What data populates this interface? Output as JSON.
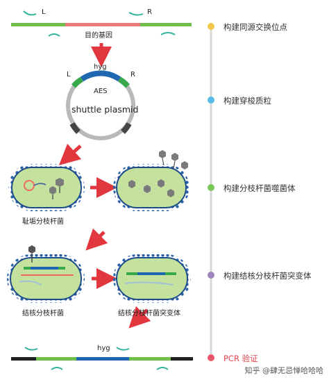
{
  "top_construct": {
    "L": "L",
    "R": "R",
    "gene_label": "目的基因"
  },
  "plasmid": {
    "hyg": "hyg",
    "L": "L",
    "R": "R",
    "aes": "AES",
    "name": "shuttle plasmid"
  },
  "cells": {
    "smegmatis": "耻垢分枝杆菌",
    "tb": "结核分枝杆菌",
    "tb_mutant": "结核分枝杆菌突变体"
  },
  "bottom_construct": {
    "hyg": "hyg"
  },
  "steps": [
    {
      "label": "构建同源交换位点",
      "color": "#f1c84b"
    },
    {
      "label": "构建穿梭质粒",
      "color": "#56bde9"
    },
    {
      "label": "构建分枝杆菌噬菌体",
      "color": "#7dc556"
    },
    {
      "label": "构建结核分枝杆菌突变体",
      "color": "#9f84c1"
    },
    {
      "label": "PCR 验证",
      "color": "#e8586b"
    }
  ],
  "timeline_colors": [
    "#f1c84b",
    "#56bde9",
    "#7dc556",
    "#9f84c1",
    "#e8586b"
  ],
  "watermark": "知乎 @肆无忌惮哈哈哈"
}
